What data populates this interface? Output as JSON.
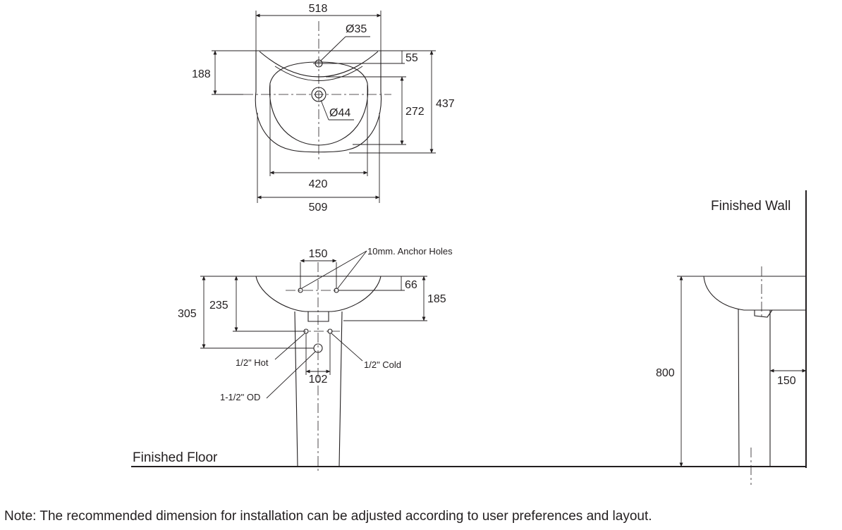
{
  "dimensions": {
    "top_width_outer": "518",
    "top_hole_tap": "Ø35",
    "top_tap_offset": "55",
    "top_depth_to_waste": "188",
    "top_total_depth": "437",
    "top_waste_depth": "272",
    "top_waste_hole": "Ø44",
    "top_bowl_width": "420",
    "top_bottom_width": "509",
    "front_anchor_spacing": "150",
    "front_anchor_drop": "66",
    "front_depth": "185",
    "front_235": "235",
    "front_305": "305",
    "front_supply_spacing": "102",
    "side_height": "800",
    "side_offset": "150"
  },
  "callouts": {
    "anchor_holes": "10mm. Anchor Holes",
    "hot": "1/2\" Hot",
    "cold": "1/2\" Cold",
    "od": "1-1/2\" OD"
  },
  "labels": {
    "finished_wall": "Finished Wall",
    "finished_floor": "Finished Floor"
  },
  "note": "Note: The recommended dimension for installation can be adjusted according to user preferences and layout."
}
